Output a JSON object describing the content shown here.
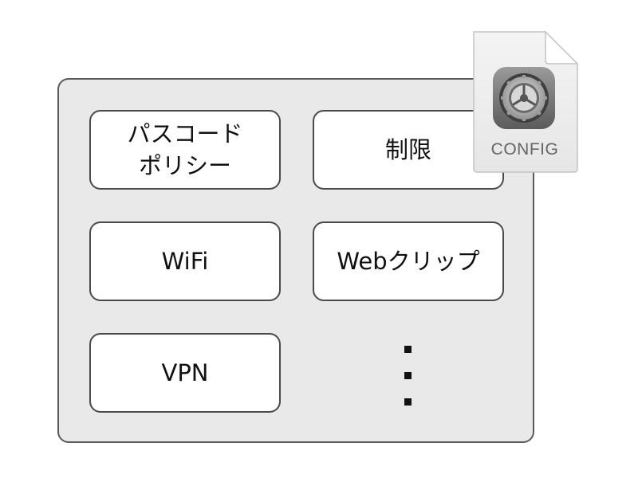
{
  "boxes": {
    "passcode": "パスコード\nポリシー",
    "restrictions": "制限",
    "wifi": "WiFi",
    "webclip": "Webクリップ",
    "vpn": "VPN"
  },
  "ellipsis_icon": "vertical-ellipsis",
  "config_file": {
    "icon": "settings-gear-icon",
    "label": "CONFIG"
  },
  "colors": {
    "container_fill": "#e9e9e9",
    "container_border": "#5a5a5a",
    "box_fill": "#ffffff",
    "box_border": "#4a4a4a",
    "config_label": "#666666"
  }
}
